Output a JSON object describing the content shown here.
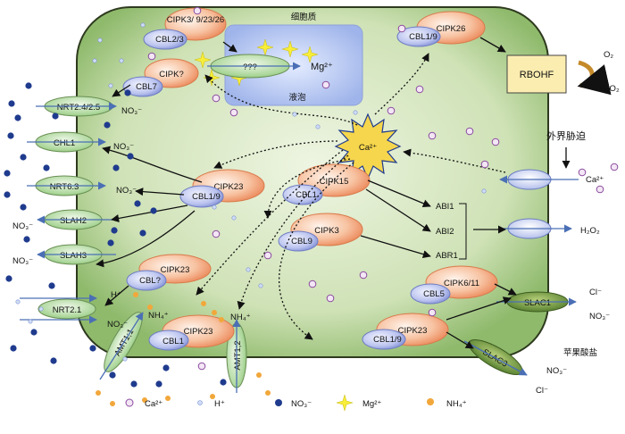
{
  "labels": {
    "cytoplasm": "细胞质",
    "vacuole": "液泡",
    "stress": "外界胁迫",
    "malate": "苹果酸盐",
    "question": "???"
  },
  "kinases": {
    "cipk3_9_23_26": "CIPK3/ 9/23/26",
    "cipk_unknown": "CIPK?",
    "cipk26": "CIPK26",
    "cipk23_main": "CIPK23",
    "cipk15": "CIPK15",
    "cipk3": "CIPK3",
    "cipk23_lower": "CIPK23",
    "cipk23_amt": "CIPK23",
    "cipk6_11": "CIPK6/11",
    "cipk23_slac": "CIPK23"
  },
  "cbls": {
    "cbl2_3": "CBL2/3",
    "cbl7": "CBL7",
    "cbl1_9_top": "CBL1/9",
    "cbl1_9_main": "CBL1/9",
    "cbl1_a": "CBL1",
    "cbl9": "CBL9",
    "cbl_unknown": "CBL?",
    "cbl1_b": "CBL1",
    "cbl5": "CBL5",
    "cbl1_9_slac": "CBL1/9"
  },
  "transporters": {
    "nrt2": "NRT2.4/2.5",
    "chl1": "CHL1",
    "nrt6": "NRT6.3",
    "slah2": "SLAH2",
    "slah3": "SLAH3",
    "nrt21": "NRT2.1",
    "amt11": "AMT1;1",
    "amt12": "AMT1;2",
    "slac1": "SLAC1",
    "slac3": "SLAC3"
  },
  "genes": {
    "abi1": "ABI1",
    "abi2": "ABI2",
    "abr1": "ABR1"
  },
  "rbohf": "RBOHF",
  "ions": {
    "ca": "Ca²⁺",
    "mg": "Mg²⁺",
    "no3": "NO₃⁻",
    "h": "H⁺",
    "nh4": "NH₄⁺",
    "cl": "Cl⁻",
    "o2": "O₂",
    "h2o2": "H₂O₂"
  },
  "legend": {
    "ca": "Ca²⁺",
    "h": "H⁺",
    "no3": "NO₃⁻",
    "mg": "Mg²⁺",
    "nh4": "NH₄⁺"
  },
  "colors": {
    "cell_fill": "#bfd8a0",
    "cell_stroke": "#2e3a1e",
    "vacuole": "#b8c8f2",
    "kinase": "#f0a47c",
    "cbl": "#a8b4e6",
    "transporter": "#a6d493",
    "rbohf": "#fbedb0",
    "ca_star": "#f6d64c",
    "no3_dot": "#1f3b8e",
    "nh4_dot": "#f2a73b",
    "mg_star": "#f7ed3a",
    "ca_ion": "#8a4a9e"
  }
}
